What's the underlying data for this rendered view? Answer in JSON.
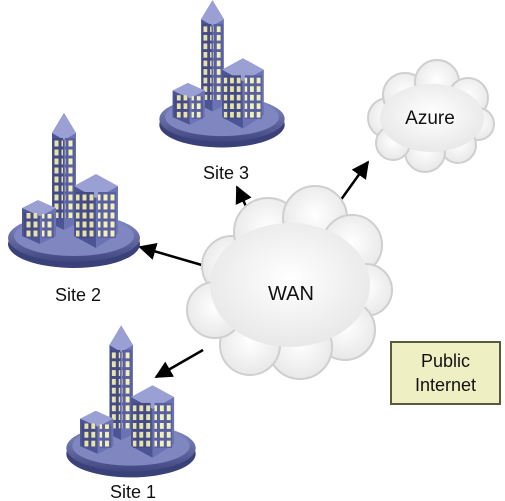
{
  "diagram": {
    "hub": {
      "label": "WAN"
    },
    "cloud_service": {
      "label": "Azure"
    },
    "sites": [
      {
        "label": "Site 1"
      },
      {
        "label": "Site 2"
      },
      {
        "label": "Site 3"
      }
    ],
    "legend": {
      "line1": "Public",
      "line2": "Internet"
    }
  },
  "colors": {
    "building_front": "#6b73b5",
    "building_side": "#4d5494",
    "building_roof": "#8f96cc",
    "window": "#f3f0b8",
    "base_top": "#7f86c0",
    "cloud": "#f2f2f2",
    "cloud_edge": "#cfcfcf",
    "legend_fill": "#efefc4",
    "arrow": "#000000"
  }
}
